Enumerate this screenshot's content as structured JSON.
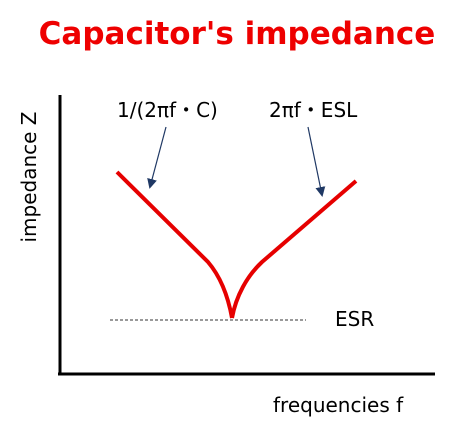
{
  "title": "Capacitor's impedance",
  "axes": {
    "y_label": "impedance  Z",
    "x_label": "frequencies f"
  },
  "annotations": {
    "capacitive": "1/(2πf・C)",
    "inductive": "2πf・ESL",
    "esr": "ESR"
  },
  "colors": {
    "title": "#ee0000",
    "curve": "#e60000",
    "axis": "#000000",
    "arrow": "#1f3864",
    "baseline": "#333333"
  }
}
